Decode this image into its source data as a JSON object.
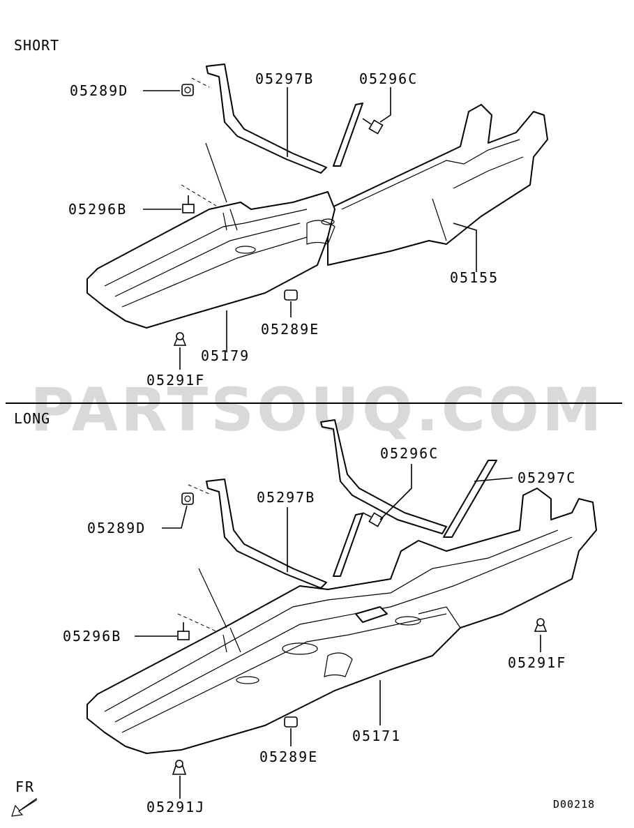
{
  "sections": {
    "short": {
      "title": "SHORT"
    },
    "long": {
      "title": "LONG"
    }
  },
  "watermark": "PARTSOUQ.COM",
  "callouts": {
    "short": {
      "p05289D": "05289D",
      "p05297B": "05297B",
      "p05296C": "05296C",
      "p05296B": "05296B",
      "p05155": "05155",
      "p05289E": "05289E",
      "p05179": "05179",
      "p05291F": "05291F"
    },
    "long": {
      "p05296C": "05296C",
      "p05297C": "05297C",
      "p05297B": "05297B",
      "p05289D": "05289D",
      "p05296B": "05296B",
      "p05291F": "05291F",
      "p05171": "05171",
      "p05289E": "05289E",
      "p05291J": "05291J"
    }
  },
  "front_indicator": "FR",
  "diagram_code": "D00218",
  "colors": {
    "line": "#000000",
    "watermark": "#d9d9d9",
    "background": "#ffffff"
  }
}
